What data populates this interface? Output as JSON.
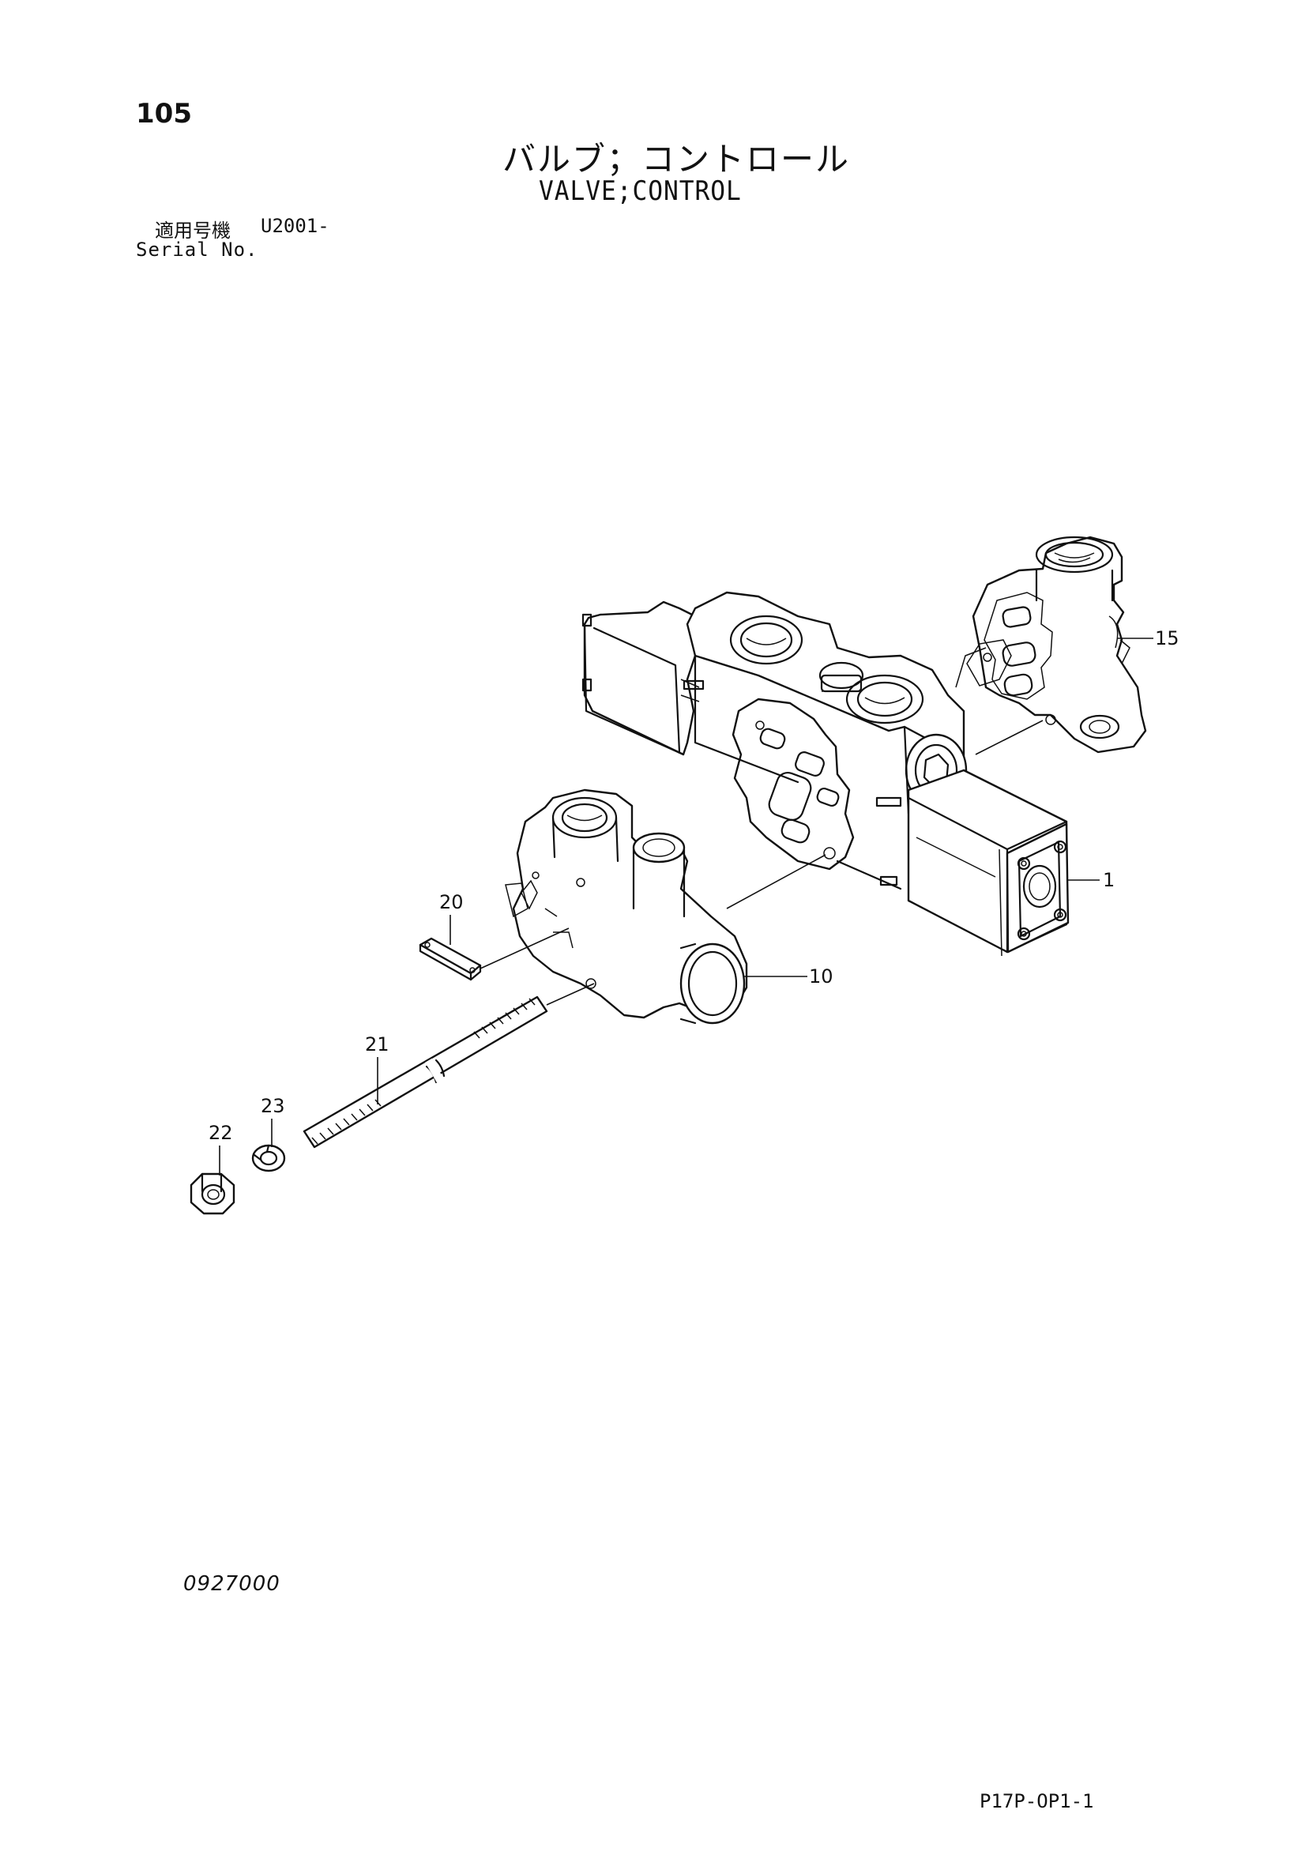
{
  "header": {
    "page_number": "105",
    "title_jp": "バルブ；コントロール",
    "title_en": "VALVE;CONTROL",
    "serial_label_jp": "適用号機",
    "serial_value": "U2001-",
    "serial_label_en": "Serial No."
  },
  "callouts": {
    "c1": "1",
    "c10": "10",
    "c15": "15",
    "c20": "20",
    "c21": "21",
    "c22": "22",
    "c23": "23"
  },
  "footer": {
    "drawing_code": "0927000",
    "sheet_code": "P17P-OP1-1"
  }
}
